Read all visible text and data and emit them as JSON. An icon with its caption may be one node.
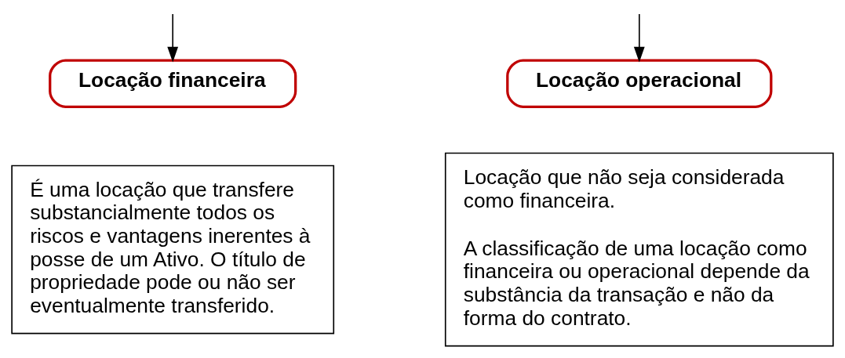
{
  "diagram": {
    "nodes": [
      {
        "text": [
          "Locação financeira"
        ]
      },
      {
        "text": [
          "Locação operacional"
        ]
      },
      {
        "text": [
          "É uma locação que transfere substancialmente todos os riscos e vantagens inerentes à posse de um Ativo. O título de propriedade pode ou não ser eventualmente transferido."
        ]
      },
      {
        "text": [
          "Locação que não seja considerada como financeira.",
          "A classificação de uma locação como financeira ou operacional depende da substância da transação e não da forma do contrato."
        ]
      }
    ],
    "edges": [
      {
        "from": null,
        "to": 0,
        "arrow": "to"
      },
      {
        "from": null,
        "to": 1,
        "arrow": "to"
      }
    ]
  }
}
